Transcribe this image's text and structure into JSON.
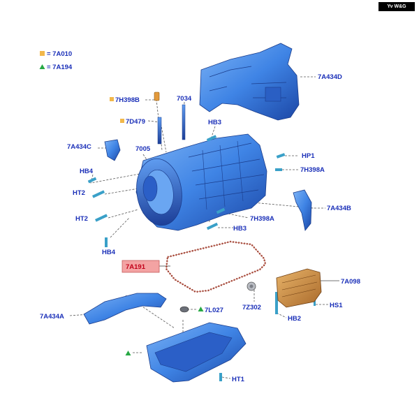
{
  "badge": "Yv W&G",
  "legend": [
    {
      "symbol": "square",
      "color": "#f2b84b",
      "text": "= 7A010"
    },
    {
      "symbol": "triangle",
      "color": "#27a844",
      "text": "= 7A194"
    }
  ],
  "labels": {
    "l7A434D": "7A434D",
    "l7H398B": "7H398B",
    "l7034": "7034",
    "l7D479": "7D479",
    "lHB3a": "HB3",
    "l7A434C": "7A434C",
    "l7005": "7005",
    "lHP1": "HP1",
    "l7H398A_r": "7H398A",
    "lHB4a": "HB4",
    "lHT2a": "HT2",
    "l7A434B": "7A434B",
    "lHT2b": "HT2",
    "l7H398A_b": "7H398A",
    "lHB3b": "HB3",
    "lHB4b": "HB4",
    "l7A191": "7A191",
    "l7A098": "7A098",
    "l7Z302": "7Z302",
    "lHS1": "HS1",
    "lHB2": "HB2",
    "l7A434A": "7A434A",
    "l7L027": "7L027",
    "lHT1": "HT1"
  },
  "colors": {
    "part_blue": "#3f84e5",
    "part_dark": "#1f4fb0",
    "label_blue": "#1a2fb8",
    "highlight": "#f3a3a3",
    "gasket": "#8a2b1e",
    "valve_body": "#c98a3a"
  }
}
